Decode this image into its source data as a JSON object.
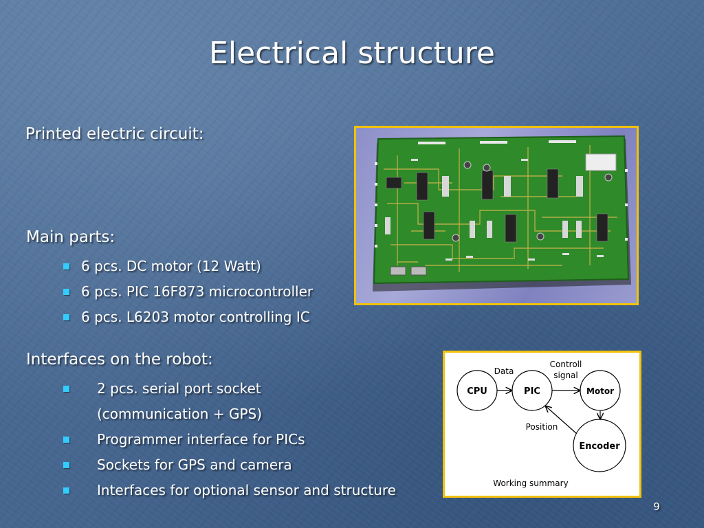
{
  "slide": {
    "title": "Electrical structure",
    "pcb_label": "Printed electric circuit:",
    "main_parts_label": "Main parts:",
    "main_parts": [
      "6 pcs. DC motor (12 Watt)",
      "6 pcs. PIC 16F873 microcontroller",
      "6 pcs. L6203 motor controlling IC"
    ],
    "interfaces_label": "Interfaces on the robot:",
    "interfaces": [
      "2 pcs. serial port socket",
      "(communication + GPS)",
      "Programmer interface for PICs",
      "Sockets for GPS and camera",
      "Interfaces for optional sensor and structure"
    ],
    "page_number": "9"
  },
  "diagram": {
    "nodes": {
      "cpu": "CPU",
      "pic": "PIC",
      "motor": "Motor",
      "encoder": "Encoder"
    },
    "labels": {
      "data": "Data",
      "controll_line1": "Controll",
      "controll_line2": "signal",
      "position": "Position",
      "caption": "Working summary"
    }
  },
  "colors": {
    "background": "#4a6a93",
    "bullet": "#33ccff",
    "frame": "#f2c20a",
    "pcb_green": "#2f8a2a"
  },
  "icons": {
    "bullet": "square-bullet-icon"
  }
}
